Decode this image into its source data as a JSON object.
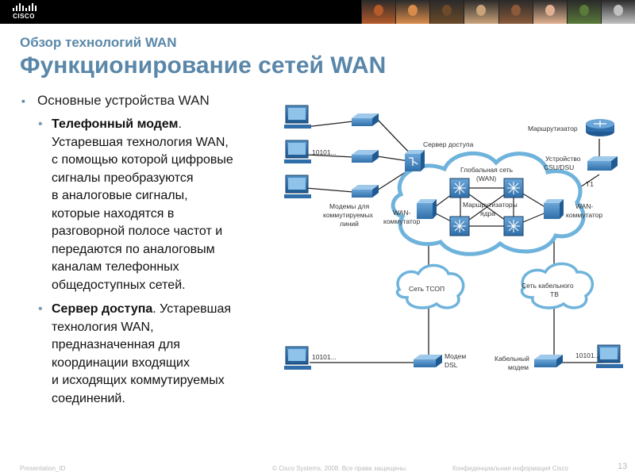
{
  "header": {
    "logo_text": "CISCO",
    "photo_colors": [
      "#b55a2a",
      "#d98c4a",
      "#6b4a2a",
      "#c9a27a",
      "#8a5a3a",
      "#e0b090",
      "#5a7a3a",
      "#c0c0c0"
    ]
  },
  "slide": {
    "subtitle": "Обзор технологий WAN",
    "title": "Функционирование сетей WAN",
    "bullet_main": "Основные устройства WAN",
    "sub1": {
      "term": "Телефонный модем",
      "lines": [
        ".",
        "Устаревшая технология WAN,",
        "с помощью которой цифровые",
        "сигналы преобразуются",
        "в аналоговые сигналы,",
        "которые находятся в",
        "разговорной полосе частот и",
        "передаются по аналоговым",
        "каналам телефонных",
        "общедоступных сетей."
      ]
    },
    "sub2": {
      "term": "Сервер доступа",
      "lines": [
        ". Устаревшая",
        "технология WAN,",
        "предназначенная для",
        "координации входящих",
        "и исходящих коммутируемых",
        "соединений."
      ]
    }
  },
  "diagram": {
    "labels": {
      "data1": "10101...",
      "data2": "10101...",
      "data3": "10101...",
      "modems1": "Модемы для",
      "modems2": "коммутируемых",
      "modems3": "линий",
      "access_server": "Сервер доступа",
      "router": "Маршрутизатор",
      "csu1": "Устройство",
      "csu2": "CSU/DSU",
      "t1": "T1",
      "wan_cloud1": "Глобальная сеть",
      "wan_cloud2": "(WAN)",
      "core1": "Маршрутизаторы",
      "core2": "ядра",
      "wan_sw_left1": "WAN-",
      "wan_sw_left2": "коммутатор",
      "wan_sw_right1": "WAN-",
      "wan_sw_right2": "коммутатор",
      "pstn": "Сеть ТСОП",
      "catv1": "Сеть кабельного",
      "catv2": "ТВ",
      "dsl1": "Модем",
      "dsl2": "DSL",
      "cable1": "Кабельный",
      "cable2": "модем"
    }
  },
  "footer": {
    "left": "Presentation_ID",
    "middle": "© Cisco Systems, 2008. Все права защищены.",
    "right": "Конфиденциальная информация Cisco",
    "page": "13"
  }
}
